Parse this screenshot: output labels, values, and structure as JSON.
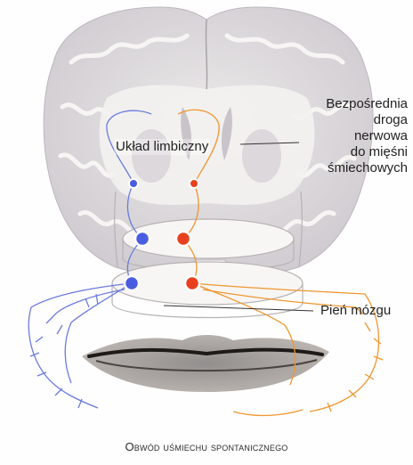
{
  "labels": {
    "direct_pathway": [
      "Bezpośrednia",
      "droga",
      "nerwowa",
      "do mięśni",
      "śmiechowych"
    ],
    "limbic_system": "Układ limbiczny",
    "brainstem": "Pień mózgu"
  },
  "caption": "Obwód uśmiechu spontanicznego",
  "colors": {
    "left_pathway": "#5b6fd8",
    "right_pathway": "#f0902a",
    "left_node": "#4a5de0",
    "right_node": "#e8401e",
    "brain_tissue": "#d9d6dc",
    "white_matter": "#f4f3f1"
  },
  "icons": [
    "brain-section",
    "lips-illustration",
    "neuron-node"
  ]
}
